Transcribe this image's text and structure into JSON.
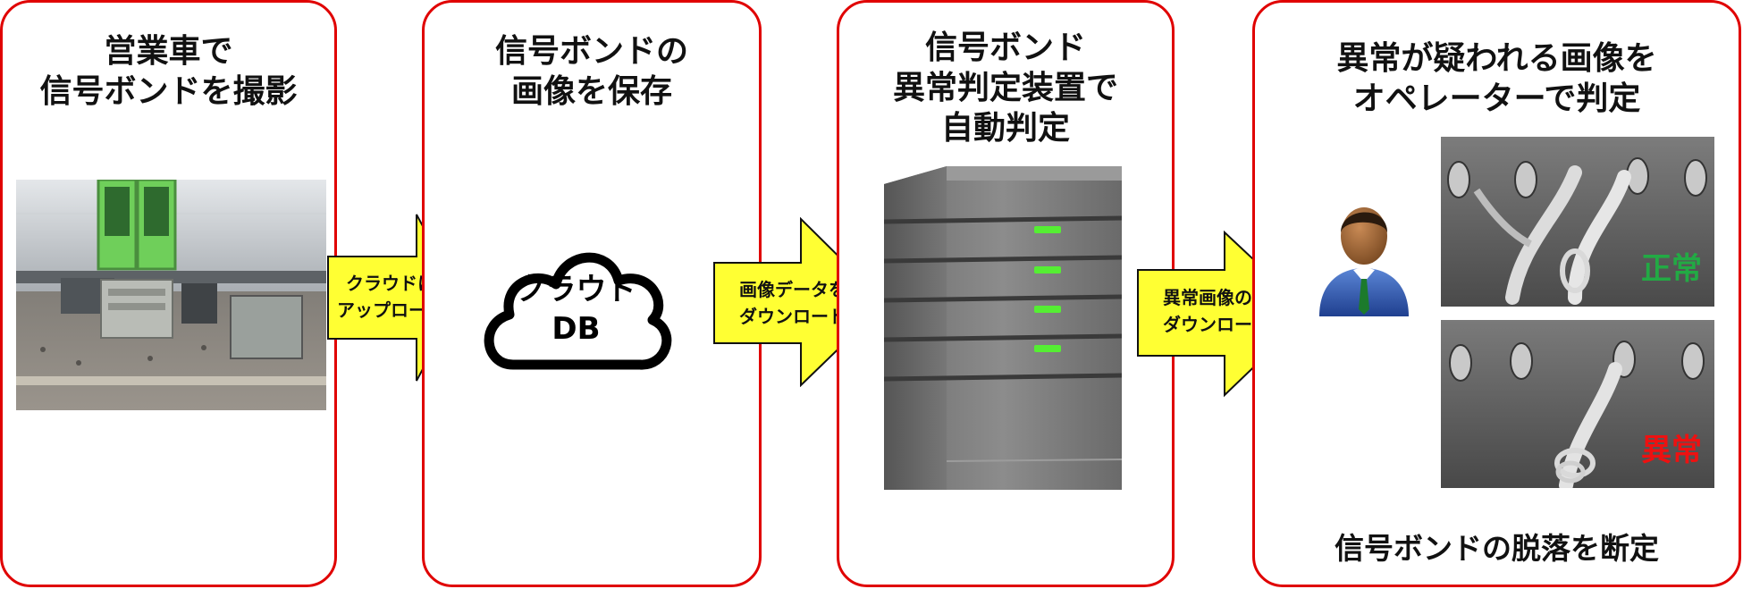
{
  "colors": {
    "border": "#e00000",
    "arrow_fill": "#ffff33",
    "normal": "#22aa44",
    "abnormal": "#ee1111",
    "server_led": "#55ee33"
  },
  "panels": [
    {
      "title": "営業車で\n信号ボンドを撮影",
      "image": "train-photo"
    },
    {
      "title": "信号ボンドの\n画像を保存",
      "cloud_label": "クラウド\nDB"
    },
    {
      "title": "信号ボンド\n異常判定装置で\n自動判定",
      "image": "server-icon"
    },
    {
      "title": "異常が疑われる画像を\nオペレーターで判定",
      "image": "operator-icon",
      "normal_label": "正常",
      "abnormal_label": "異常",
      "conclusion": "信号ボンドの脱落を断定"
    }
  ],
  "arrows": [
    {
      "label": "クラウドに\nアップロード"
    },
    {
      "label": "画像データを\nダウンロード"
    },
    {
      "label": "異常画像のみ\nダウンロード"
    }
  ]
}
